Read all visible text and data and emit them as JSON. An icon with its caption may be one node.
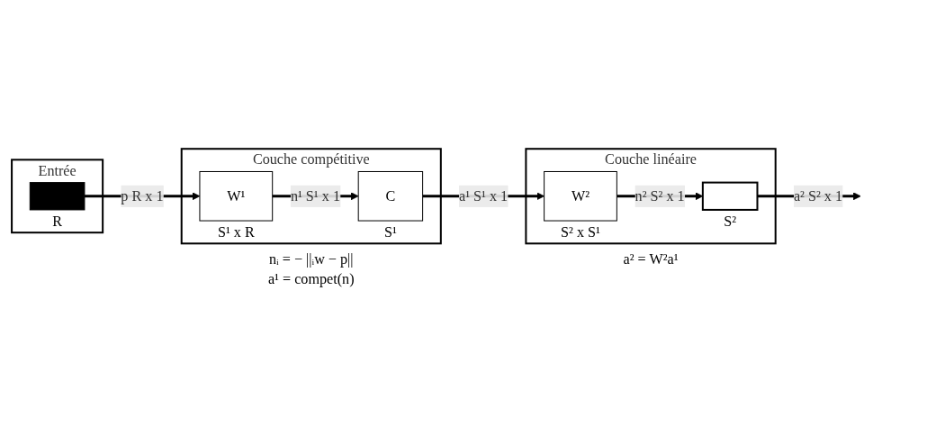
{
  "diagram": {
    "nodes": [
      {
        "text": [
          "Entrée"
        ]
      },
      {
        "text": [],
        "shape": "bar",
        "in": 0,
        "beside": [
          "R"
        ]
      },
      {
        "text": [
          "Couche compétitive",
          "nᵢ = − ||ᵢw − p||",
          "a¹ = compet(n)"
        ]
      },
      {
        "text": [
          "W¹"
        ],
        "in": 2,
        "beside": [
          "S¹ x R"
        ]
      },
      {
        "text": [
          "C"
        ],
        "in": 2,
        "beside": [
          "S¹"
        ]
      },
      {
        "text": [
          "Couche linéaire",
          "a² = W²a¹"
        ]
      },
      {
        "text": [
          "W²"
        ],
        "in": 5,
        "beside": [
          "S² x S¹"
        ]
      },
      {
        "text": [],
        "shape": "box",
        "in": 5,
        "beside": [
          "S²"
        ]
      }
    ],
    "edges": [
      {
        "from": 1,
        "to": 3,
        "arrow": "to",
        "label": "p R x 1"
      },
      {
        "from": 3,
        "to": 4,
        "arrow": "to",
        "label": "n¹ S¹ x 1"
      },
      {
        "from": 4,
        "to": 6,
        "arrow": "to",
        "label": "a¹ S¹ x 1"
      },
      {
        "from": 6,
        "to": 7,
        "arrow": "to",
        "label": "n² S² x 1"
      },
      {
        "from": 7,
        "to": null,
        "arrow": "to",
        "label": "a² S² x 1"
      }
    ]
  }
}
